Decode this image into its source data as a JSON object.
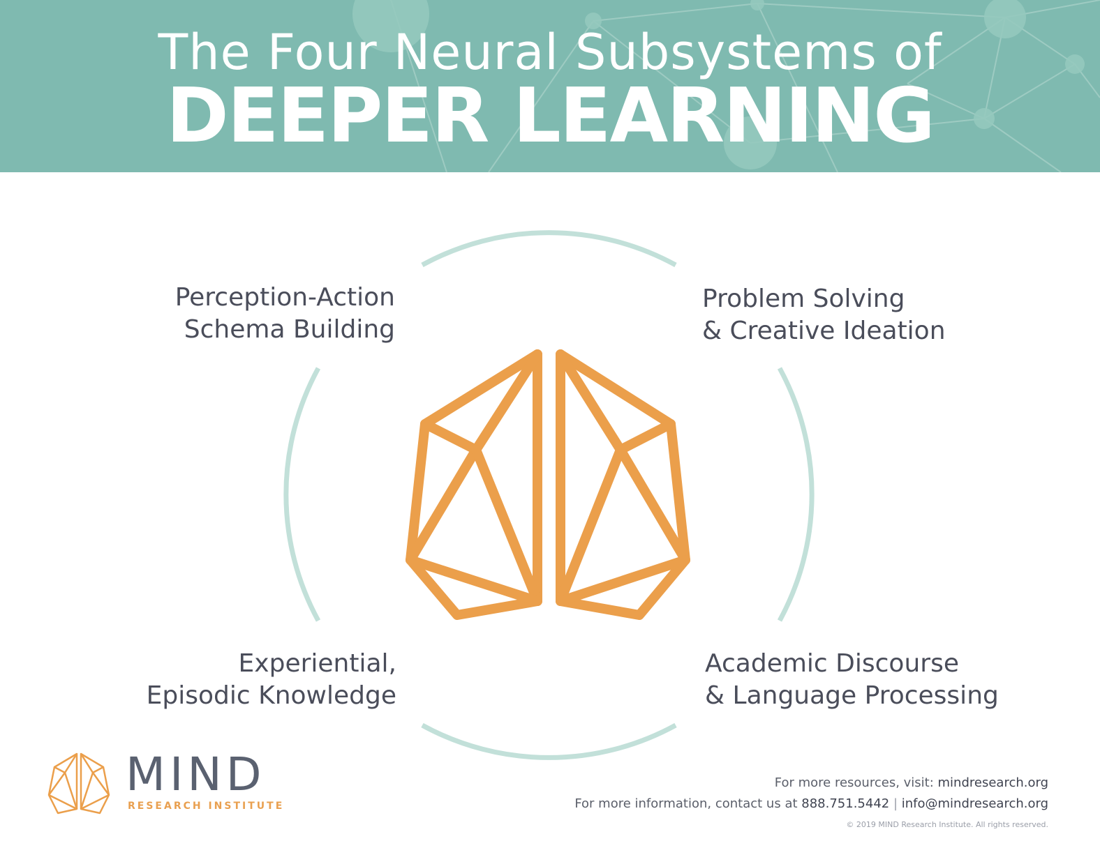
{
  "header": {
    "title_line1": "The Four Neural Subsystems of",
    "title_line2": "DEEPER LEARNING",
    "background_color": "#7fbab0"
  },
  "subsystems": {
    "top_left": [
      "Perception-Action",
      "Schema Building"
    ],
    "top_right": [
      "Problem Solving",
      "& Creative Ideation"
    ],
    "bottom_left": [
      "Experiential,",
      "Episodic Knowledge"
    ],
    "bottom_right": [
      "Academic Discourse",
      "& Language Processing"
    ]
  },
  "colors": {
    "brain_orange": "#eb9f4b",
    "ring_teal": "#c2e0d9",
    "text_dark": "#4a4d5a"
  },
  "icons": {
    "center": "geometric-brain-icon",
    "logo": "brain-logo-icon"
  },
  "logo": {
    "name": "MIND",
    "subtitle": "RESEARCH INSTITUTE"
  },
  "footer": {
    "resources_prefix": "For more resources, visit: ",
    "resources_link": "mindresearch.org",
    "contact_prefix": "For more information, contact us at ",
    "phone": "888.751.5442",
    "separator": " | ",
    "email": "info@mindresearch.org",
    "copyright": "© 2019 MIND Research Institute. All rights reserved."
  }
}
